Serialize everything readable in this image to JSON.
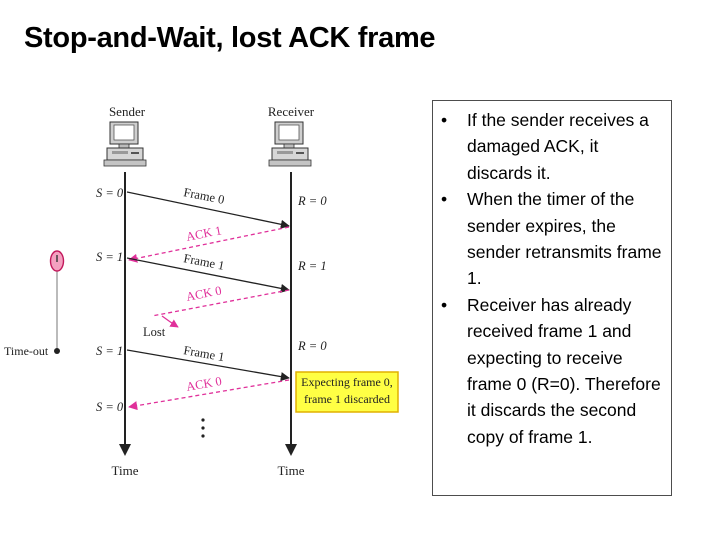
{
  "title": "Stop-and-Wait, lost ACK frame",
  "diagram": {
    "sender_label": "Sender",
    "receiver_label": "Receiver",
    "time_label_sender": "Time",
    "time_label_receiver": "Time",
    "timeout_label": "Time-out",
    "lost_label": "Lost",
    "sender_states": [
      "S = 0",
      "S = 1",
      "S = 1",
      "S = 0"
    ],
    "receiver_states": [
      "R = 0",
      "R = 1",
      "R = 0"
    ],
    "frames": [
      "Frame 0",
      "Frame 1",
      "Frame 1"
    ],
    "acks": [
      "ACK 1",
      "ACK 0",
      "ACK 0"
    ],
    "note_line1": "Expecting frame 0,",
    "note_line2": "frame 1 discarded",
    "continuation": "⋮"
  },
  "notes": [
    "If the sender receives a damaged ACK, it discards it.",
    "When the timer of the sender expires, the sender retransmits frame 1.",
    "Receiver has already received frame 1 and expecting to receive frame 0 (R=0). Therefore it discards the second copy of frame 1."
  ],
  "colors": {
    "ack_arrow": "#e0309a",
    "ack_text": "#e0309a",
    "note_bg": "#ffff44",
    "note_border": "#e0b000",
    "axis": "#222222"
  }
}
